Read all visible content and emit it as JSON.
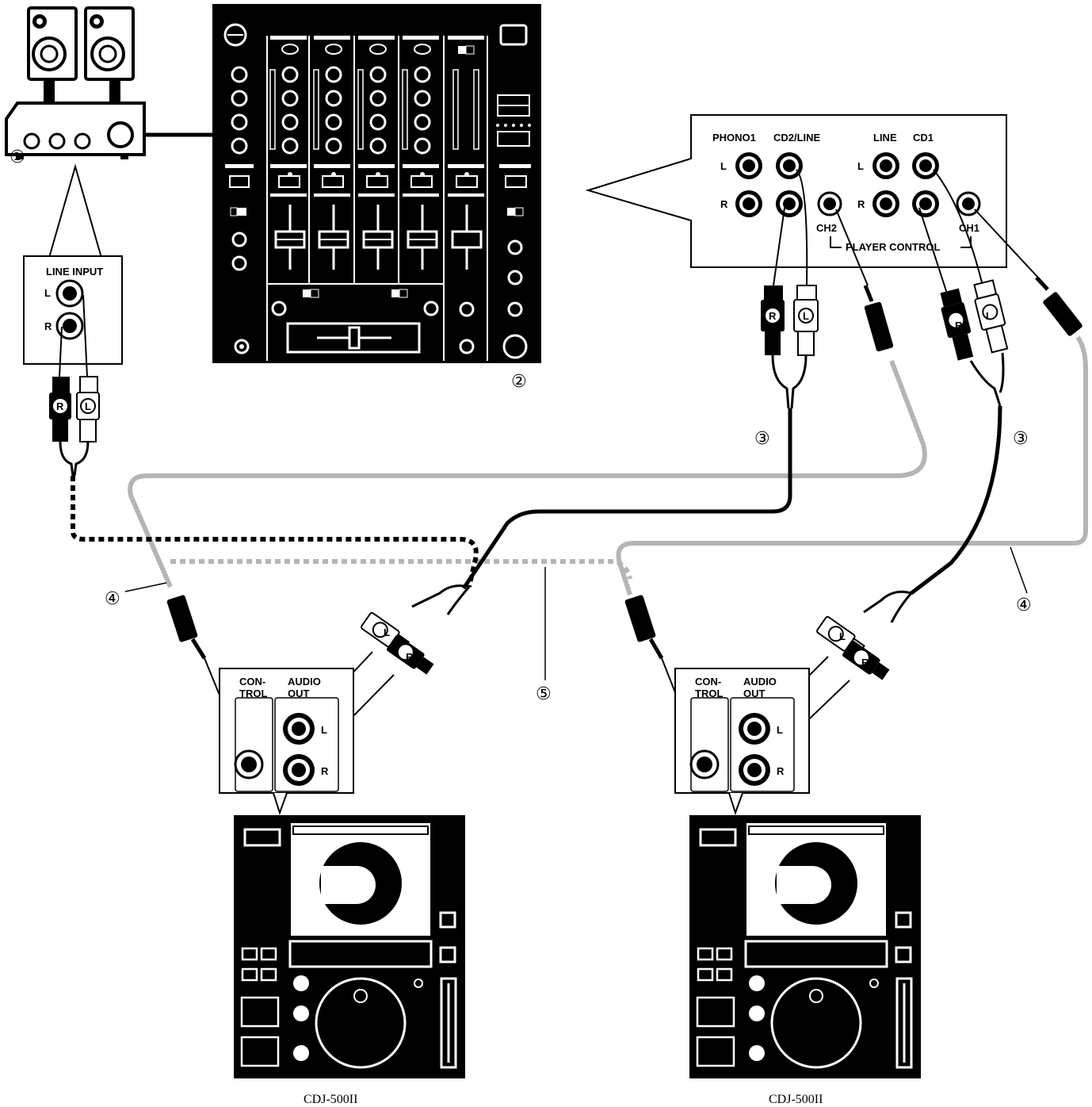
{
  "labels": {
    "amp_number": "①",
    "mixer_number": "②",
    "cable3_left_number": "③",
    "cable3_right_number": "③",
    "cable4_left_number": "④",
    "cable4_right_number": "④",
    "cable5_number": "⑤",
    "line_input": "LINE INPUT",
    "amp_L": "L",
    "amp_R": "R",
    "phono1": "PHONO1",
    "cd2_line": "CD2/LINE",
    "line": "LINE",
    "cd1": "CD1",
    "mixer_L_left": "L",
    "mixer_R_left": "R",
    "mixer_L_right": "L",
    "mixer_R_right": "R",
    "ch2": "CH2",
    "ch1": "CH1",
    "player_control": "PLAYER CONTROL",
    "left_control": "CON-\nTROL",
    "left_audio_out": "AUDIO\nOUT",
    "left_out_L": "L",
    "left_out_R": "R",
    "right_control": "CON-\nTROL",
    "right_audio_out": "AUDIO\nOUT",
    "right_out_L": "L",
    "right_out_R": "R",
    "plug_R": "R",
    "plug_L": "L",
    "left_player_model": "CDJ-500II",
    "right_player_model": "CDJ-500II"
  },
  "colors": {
    "device": "#000000",
    "panel": "#ffffff",
    "control_cable": "#b5b5b5",
    "audio_cable": "#000000",
    "link_cable": "#b5b5b5"
  }
}
